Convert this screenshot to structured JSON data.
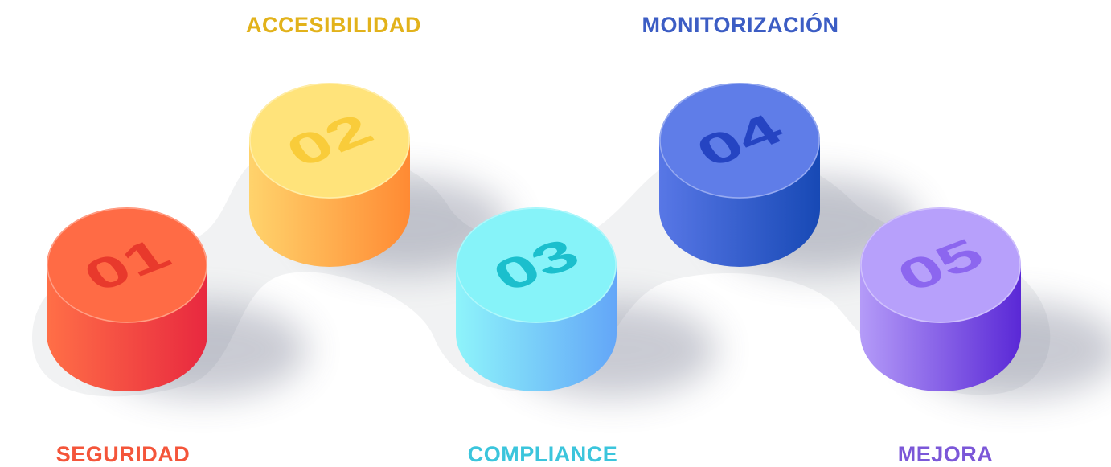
{
  "steps": [
    {
      "number": "01",
      "label": "SEGURIDAD",
      "label_color": "#f4553a",
      "top_color": "#ff6b45",
      "number_color": "#e8392c",
      "side_start": "#ff6f47",
      "side_end": "#e8283f"
    },
    {
      "number": "02",
      "label": "ACCESIBILIDAD",
      "label_color": "#e2b21b",
      "top_color": "#ffe37a",
      "number_color": "#f9cc3a",
      "side_start": "#ffd36c",
      "side_end": "#ff8a33"
    },
    {
      "number": "03",
      "label": "COMPLIANCE",
      "label_color": "#3bc5dc",
      "top_color": "#86f3f9",
      "number_color": "#1bbfcd",
      "side_start": "#8ef4fa",
      "side_end": "#63a6f8"
    },
    {
      "number": "04",
      "label": "MONITORIZACIÓN",
      "label_color": "#3c5dc4",
      "top_color": "#5f7de8",
      "number_color": "#2544c2",
      "side_start": "#5877e6",
      "side_end": "#1749b5"
    },
    {
      "number": "05",
      "label": "MEJORA",
      "label_color": "#7b57d8",
      "top_color": "#b7a0fb",
      "number_color": "#8c66ef",
      "side_start": "#b49bf8",
      "side_end": "#5a28d6"
    }
  ]
}
